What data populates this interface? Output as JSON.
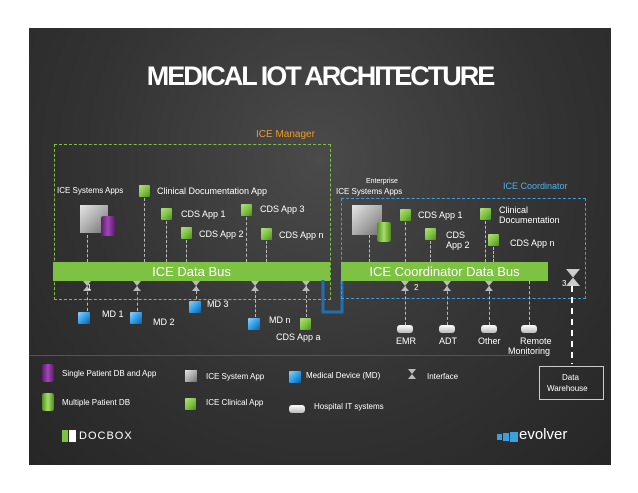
{
  "title": "MEDICAL IOT ARCHITECTURE",
  "ice_manager": {
    "label": "ICE Manager",
    "systems_apps_label": "ICE Systems Apps",
    "clin_doc_app": "Clinical Documentation App",
    "cds1": "CDS App 1",
    "cds2": "CDS App 2",
    "cds3": "CDS App 3",
    "cdsn": "CDS App n",
    "bus": "ICE Data Bus",
    "interface_num": "1",
    "md1": "MD 1",
    "md2": "MD 2",
    "md3": "MD 3",
    "mdn": "MD n",
    "cdsa": "CDS App a"
  },
  "ice_coordinator": {
    "label": "ICE Coordinator",
    "enterprise_label_1": "Enterprise",
    "enterprise_label_2": "ICE Systems Apps",
    "cds1": "CDS App 1",
    "cds2_line1": "CDS",
    "cds2_line2": "App 2",
    "clin_doc_1": "Clinical",
    "clin_doc_2": "Documentation",
    "cdsn": "CDS App n",
    "bus": "ICE Coordinator Data Bus",
    "interface_num": "2",
    "emr": "EMR",
    "adt": "ADT",
    "other": "Other",
    "remote_1": "Remote",
    "remote_2": "Monitoring"
  },
  "warehouse": {
    "interface_num": "3",
    "label_1": "Data",
    "label_2": "Warehouse"
  },
  "legend": {
    "single": "Single Patient DB and App",
    "multiple": "Multiple Patient DB",
    "system_app": "ICE System App",
    "clinical_app": "ICE Clinical App",
    "device": "Medical Device (MD)",
    "hospital": "Hospital IT systems",
    "interface": "Interface"
  },
  "logos": {
    "left": "DOCBOX",
    "right": "evolver"
  },
  "colors": {
    "green": "#7dc242",
    "blue": "#3b9fe0",
    "orange": "#f39a1e",
    "purple": "#8e3aa3",
    "background": "#333333"
  }
}
